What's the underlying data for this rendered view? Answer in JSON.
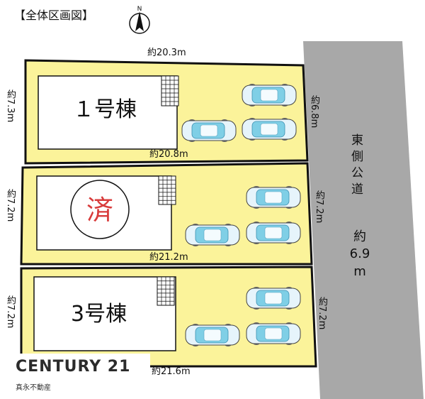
{
  "title": "【全体区画図】",
  "compass_letter": "N",
  "road": {
    "name": "東側公道",
    "width_prefix": "約",
    "width_value": "6.9",
    "width_unit": "m"
  },
  "lots": [
    {
      "building": "１号棟",
      "top_dim": "約20.3m",
      "bottom_dim": "約20.8m",
      "left_dim": "約7.3m",
      "right_dim": "約6.8m"
    },
    {
      "building": "",
      "sold_mark": "済",
      "bottom_dim": "約21.2m",
      "left_dim": "約7.2m",
      "right_dim": "約7.2m"
    },
    {
      "building": "3号棟",
      "bottom_dim": "約21.6m",
      "left_dim": "約7.2m",
      "right_dim": "約7.2m"
    }
  ],
  "logo": {
    "brand": "CENTURY 21",
    "company": "真永不動産"
  },
  "colors": {
    "lot_fill": "#fbf39a",
    "road_fill": "#a8a8a8",
    "car_body": "#e6f4fb",
    "car_glass": "#7fcfe6",
    "sold_mark": "#d83b3b",
    "border": "#111111"
  }
}
